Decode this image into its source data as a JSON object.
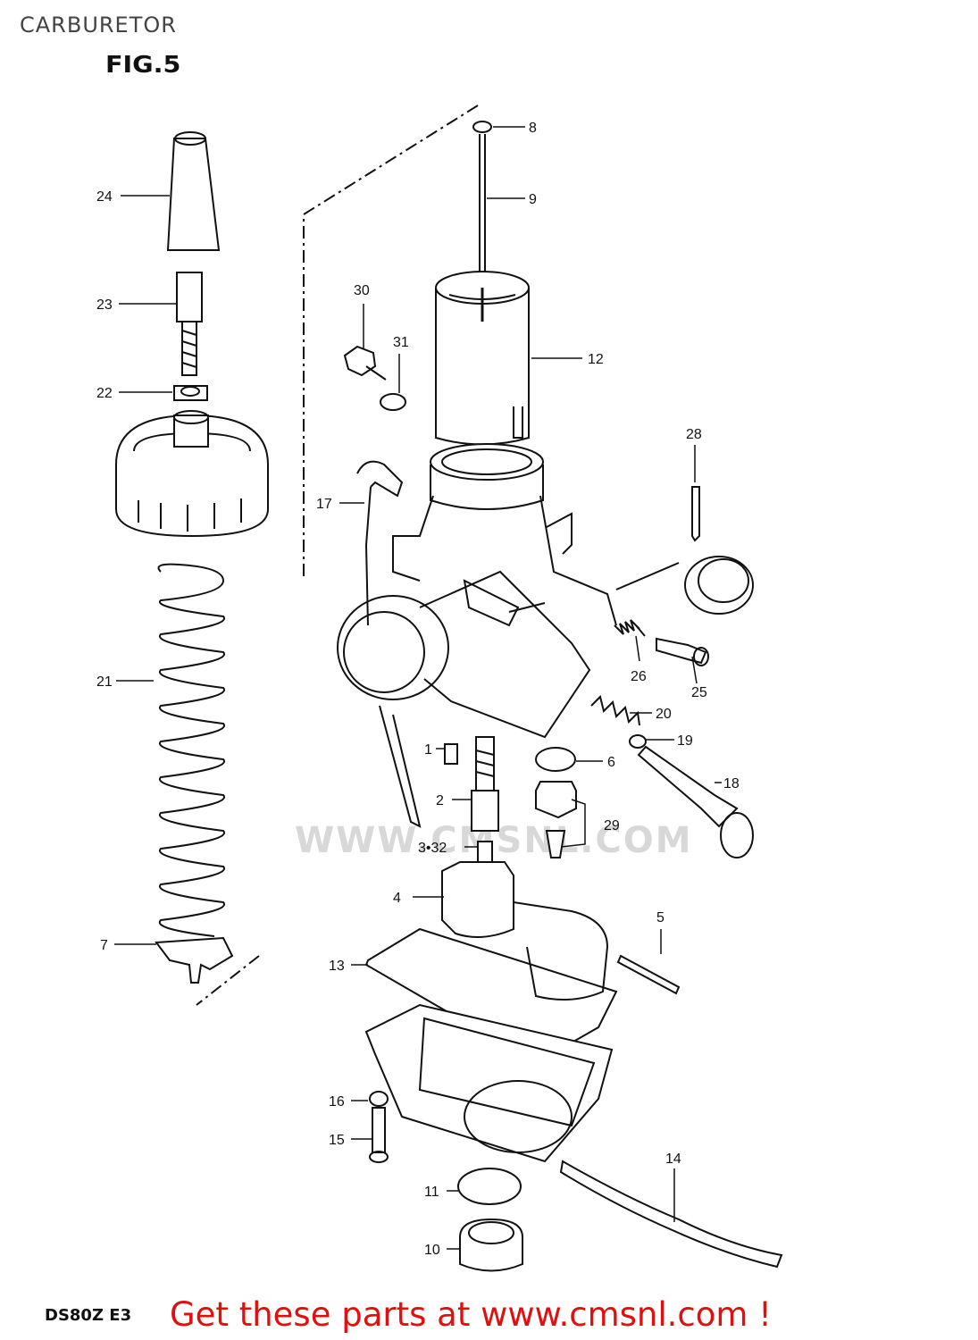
{
  "header": {
    "title": "CARBURETOR",
    "figure": "FIG.5"
  },
  "footer": {
    "model": "DS80Z  E3",
    "promo": "Get these parts at www.cmsnl.com !"
  },
  "watermark": "WWW.CMSNL.COM",
  "callouts": [
    {
      "id": "c8",
      "label": "8"
    },
    {
      "id": "c9",
      "label": "9"
    },
    {
      "id": "c24",
      "label": "24"
    },
    {
      "id": "c23",
      "label": "23"
    },
    {
      "id": "c22",
      "label": "22"
    },
    {
      "id": "c30",
      "label": "30"
    },
    {
      "id": "c31",
      "label": "31"
    },
    {
      "id": "c12",
      "label": "12"
    },
    {
      "id": "c28",
      "label": "28"
    },
    {
      "id": "c17",
      "label": "17"
    },
    {
      "id": "c26",
      "label": "26"
    },
    {
      "id": "c25",
      "label": "25"
    },
    {
      "id": "c21",
      "label": "21"
    },
    {
      "id": "c20",
      "label": "20"
    },
    {
      "id": "c19",
      "label": "19"
    },
    {
      "id": "c1",
      "label": "1"
    },
    {
      "id": "c6",
      "label": "6"
    },
    {
      "id": "c18",
      "label": "18"
    },
    {
      "id": "c2",
      "label": "2"
    },
    {
      "id": "c29",
      "label": "29"
    },
    {
      "id": "c332",
      "label": "3•32"
    },
    {
      "id": "c4",
      "label": "4"
    },
    {
      "id": "c5",
      "label": "5"
    },
    {
      "id": "c7",
      "label": "7"
    },
    {
      "id": "c13",
      "label": "13"
    },
    {
      "id": "c16",
      "label": "16"
    },
    {
      "id": "c15",
      "label": "15"
    },
    {
      "id": "c14",
      "label": "14"
    },
    {
      "id": "c11",
      "label": "11"
    },
    {
      "id": "c10",
      "label": "10"
    }
  ],
  "colors": {
    "line": "#111111",
    "promo": "#e01010",
    "watermark": "#d8d8d8"
  }
}
